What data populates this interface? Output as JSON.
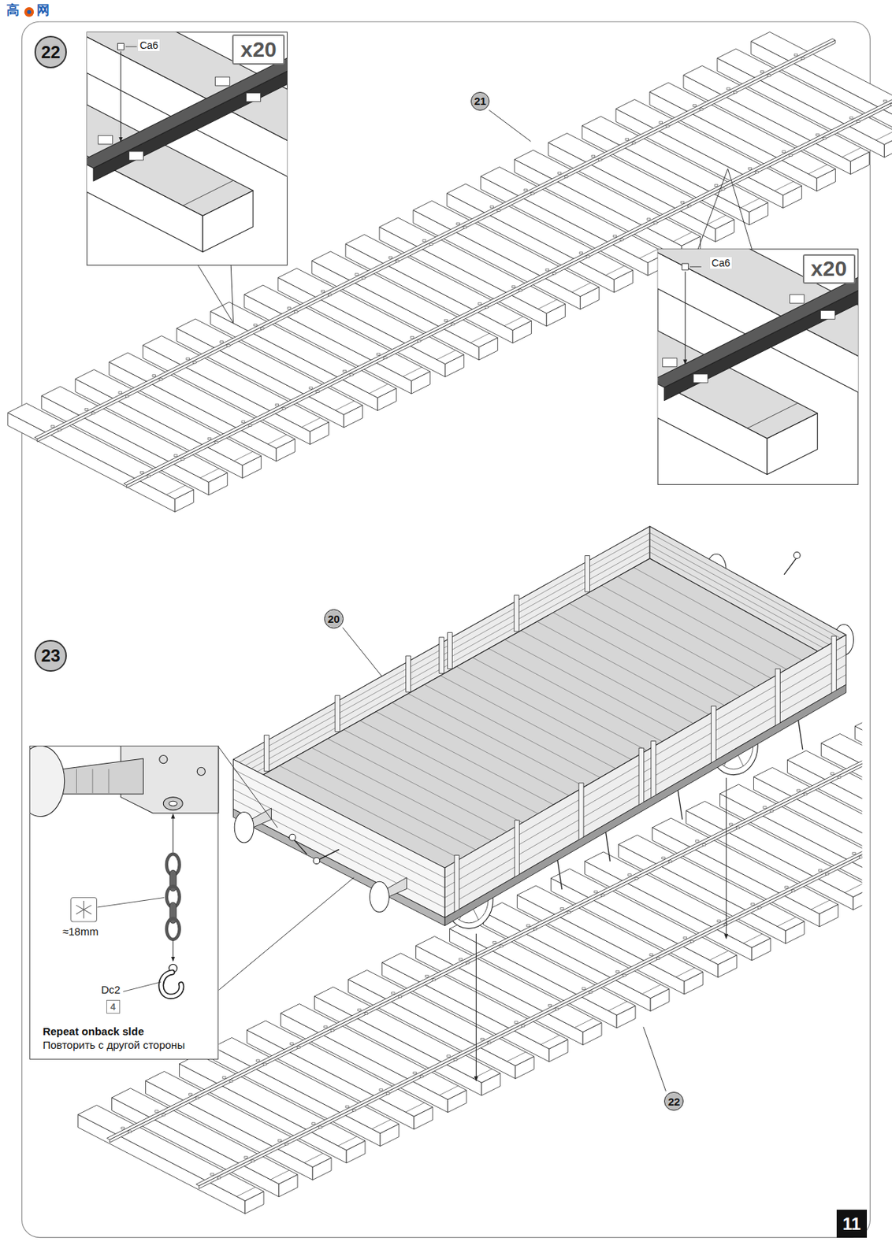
{
  "diagram": {
    "nodes": [
      {
        "text": [
          "22"
        ]
      },
      {
        "text": [
          "x20"
        ]
      },
      {
        "text": [
          "21"
        ]
      },
      {
        "text": [
          "x20"
        ]
      },
      {
        "text": [
          "20"
        ]
      },
      {
        "text": [
          "23"
        ]
      },
      {
        "text": [
          "Repeat onback slde",
          "Повторить с другой стороны"
        ]
      },
      {
        "text": [
          "4"
        ],
        "in": 6
      },
      {
        "text": [
          "22"
        ]
      },
      {
        "text": [
          "11"
        ]
      }
    ],
    "labels": [
      "高",
      "网",
      "Ca6",
      "Ca6",
      "≈18mm",
      "Dc2"
    ]
  }
}
